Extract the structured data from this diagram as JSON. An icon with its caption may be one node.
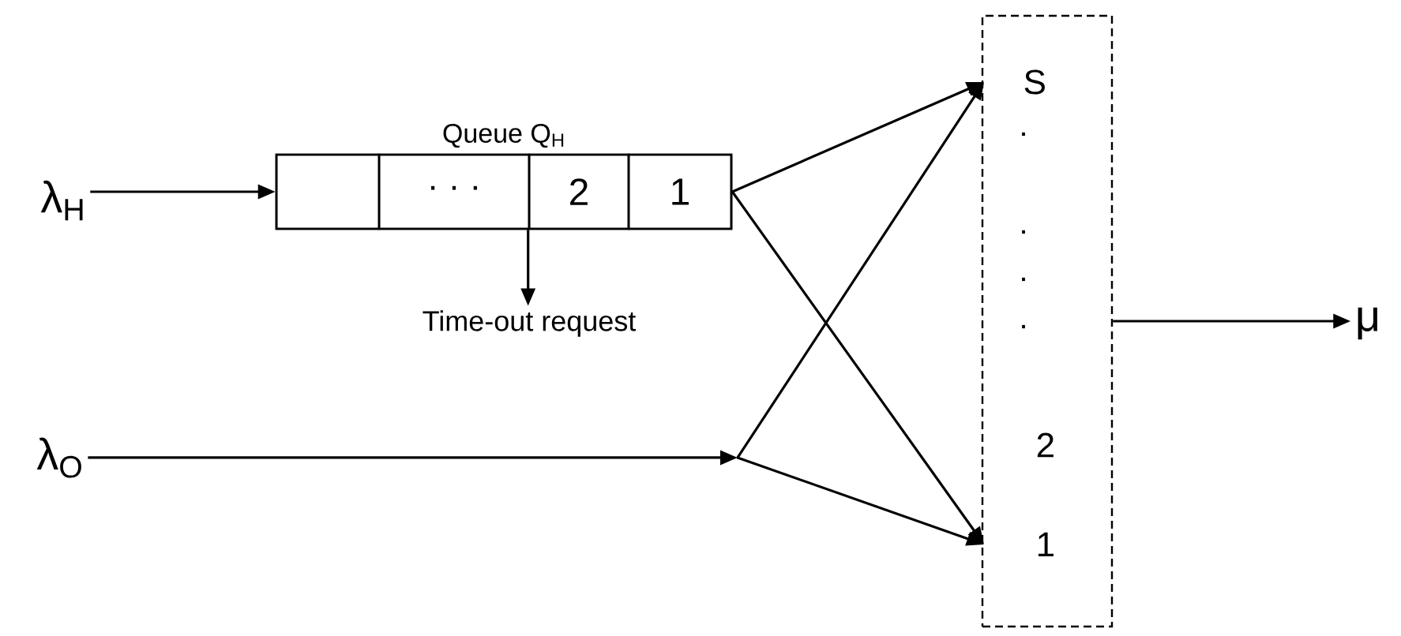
{
  "diagram": {
    "nodes": [
      {
        "text": [
          "λ$_{H}$"
        ]
      },
      {
        "text": [
          "Queue  Q$_{H}$"
        ]
      },
      {
        "text": [],
        "shape": "box",
        "in": 1
      },
      {
        "text": [
          "· · ·"
        ],
        "in": 1
      },
      {
        "text": [
          "2"
        ],
        "in": 1
      },
      {
        "text": [
          "1"
        ],
        "in": 1
      },
      {
        "text": [
          "Time-out request"
        ]
      },
      {
        "text": [
          "λ$_{O}$"
        ]
      },
      {
        "text": [],
        "shape": "point"
      },
      {
        "text": [],
        "shape": "box"
      },
      {
        "text": [
          "S"
        ],
        "in": 9
      },
      {
        "text": [
          "2"
        ],
        "in": 9
      },
      {
        "text": [
          "1"
        ],
        "in": 9
      },
      {
        "text": [
          "μ"
        ]
      }
    ],
    "edges": [
      {
        "from": 0,
        "to": 2,
        "arrow": "to"
      },
      {
        "from": 1,
        "to": 6,
        "arrow": "to"
      },
      {
        "from": 5,
        "to": 10,
        "arrow": "to"
      },
      {
        "from": 5,
        "to": 12,
        "arrow": "to"
      },
      {
        "from": 7,
        "to": 8,
        "arrow": "to"
      },
      {
        "from": 8,
        "to": 10,
        "arrow": "to"
      },
      {
        "from": 8,
        "to": 12,
        "arrow": "to"
      },
      {
        "from": 9,
        "to": 13,
        "arrow": "to"
      }
    ],
    "labels": [
      ".",
      ".",
      ".",
      "."
    ]
  }
}
